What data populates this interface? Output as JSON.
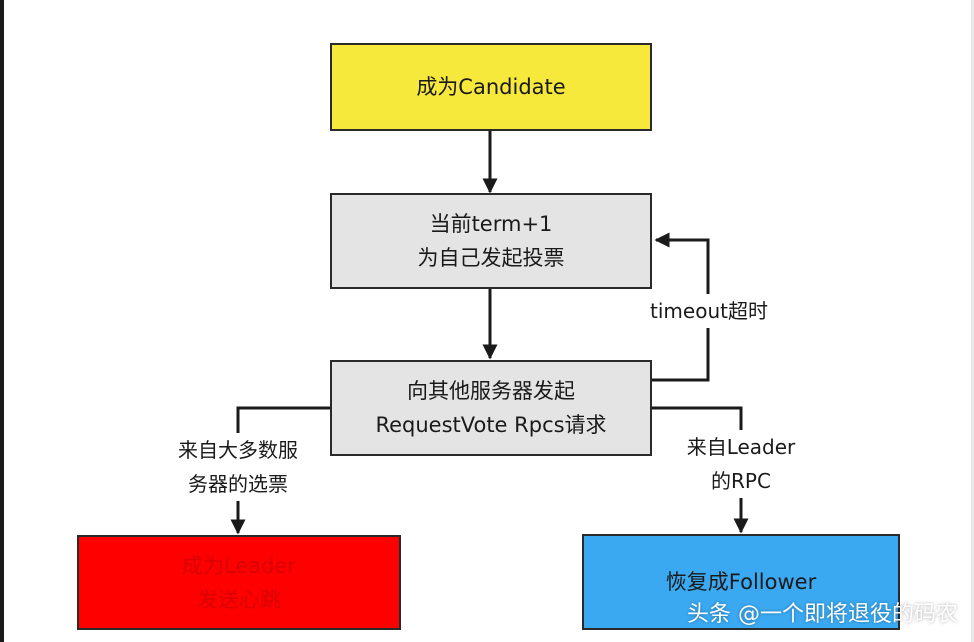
{
  "diagram": {
    "candidate_box": {
      "text": "成为Candidate"
    },
    "term_box": {
      "line1": "当前term+1",
      "line2": "为自己发起投票"
    },
    "request_box": {
      "line1": "向其他服务器发起",
      "line2": "RequestVote Rpcs请求"
    },
    "leader_box": {
      "line1": "成为Leader",
      "line2": "发送心跳"
    },
    "follower_box": {
      "text": "恢复成Follower"
    },
    "timeout_label": "timeout超时",
    "majority_label": {
      "line1": "来自大多数服",
      "line2": "务器的选票"
    },
    "leader_rpc_label": {
      "line1": "来自Leader",
      "line2": "的RPC"
    }
  },
  "colors": {
    "candidate": "#f7e83c",
    "gray": "#e4e4e4",
    "leader": "#ff0000",
    "follower": "#3aa9f2"
  },
  "watermark": "头条 @一个即将退役的码农"
}
